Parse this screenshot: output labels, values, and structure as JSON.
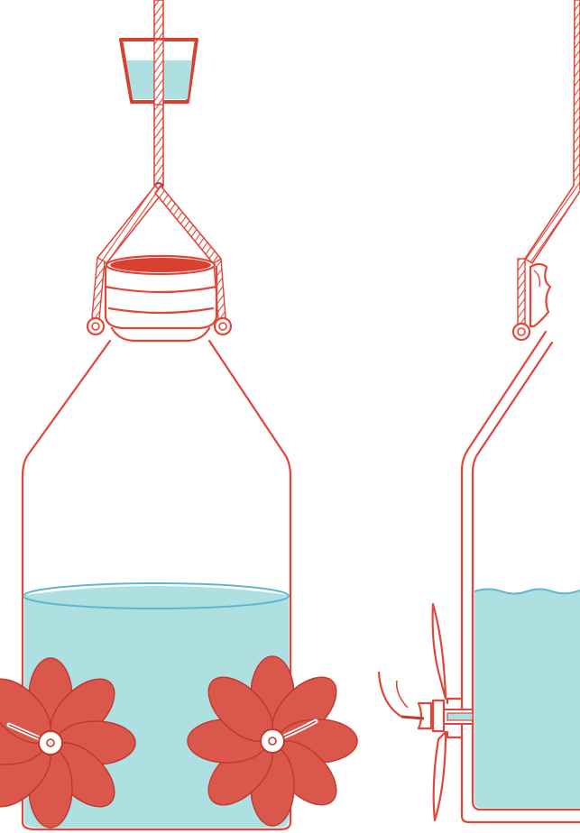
{
  "colors": {
    "line": "#e0463a",
    "petal": "#d9584b",
    "petal_edge": "#c23a2e",
    "cap": "#d8402f",
    "water": "#aee0e2",
    "water_edge": "#5fb6cf",
    "bg": "#ffffff"
  },
  "figures": [
    {
      "view": "front",
      "parts": [
        "hanging-rope",
        "ant-moat-cup",
        "rope-harness",
        "bottle-cap",
        "bottle",
        "nectar",
        "feeding-port-left",
        "feeding-port-right"
      ]
    },
    {
      "view": "side-cutaway",
      "parts": [
        "hanging-rope",
        "bottle-neck",
        "bottle-wall",
        "nectar",
        "feeding-port"
      ]
    }
  ],
  "nectar_fill_level": 0.38
}
